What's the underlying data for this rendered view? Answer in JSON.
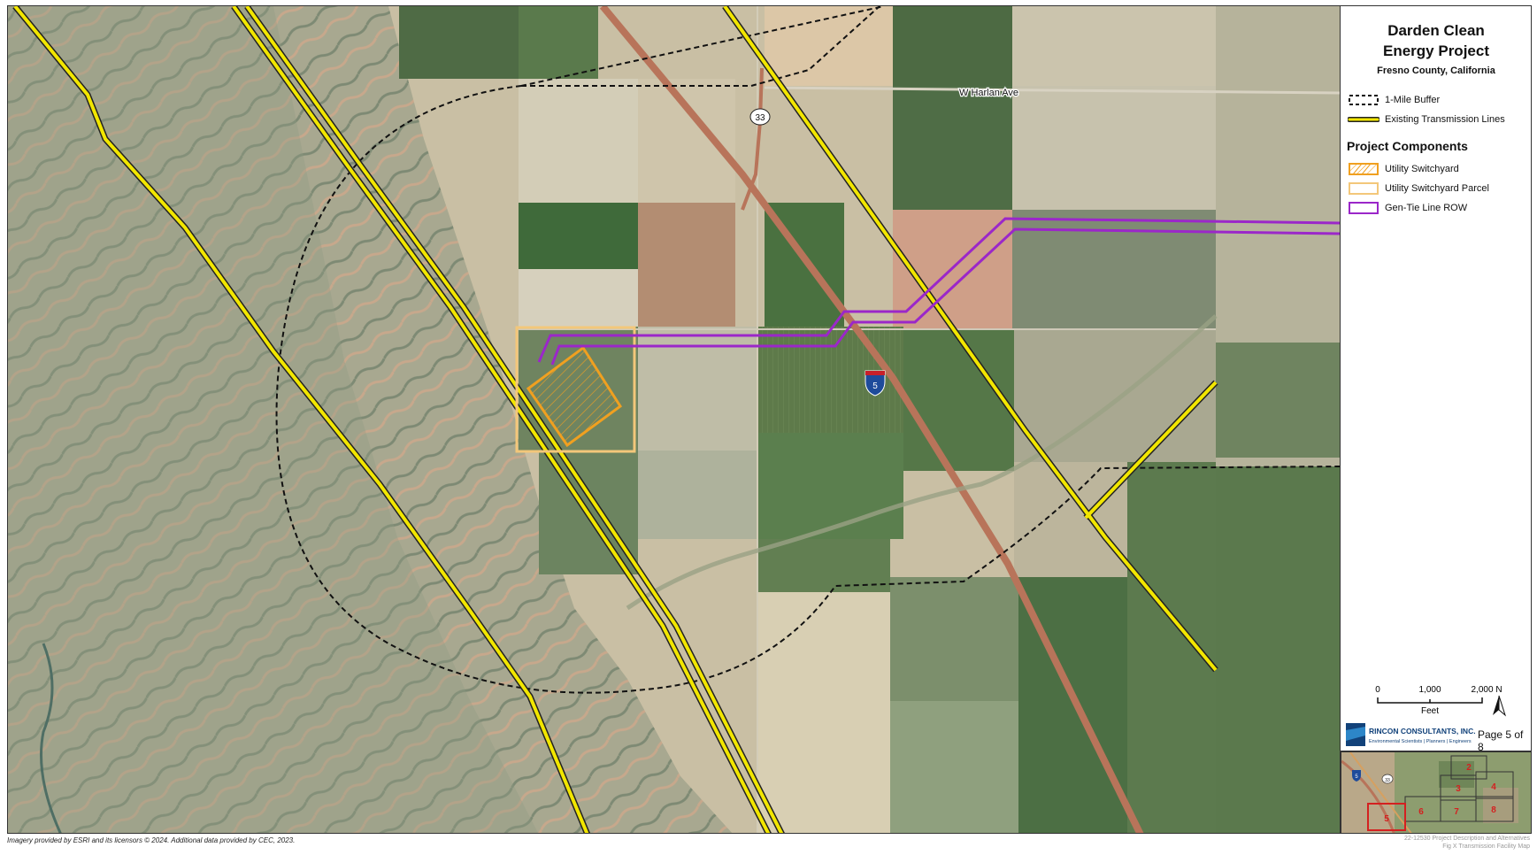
{
  "title": {
    "line1": "Darden Clean",
    "line2": "Energy Project",
    "subtitle": "Fresno County, California"
  },
  "legend": {
    "buffer": "1-Mile Buffer",
    "transmission": "Existing Transmission Lines",
    "section_header": "Project Components",
    "switchyard": "Utility Switchyard",
    "parcel": "Utility Switchyard Parcel",
    "gentie": "Gen-Tie Line ROW"
  },
  "map_labels": {
    "road_name": "W Harlan Ave",
    "route_33": "33",
    "interstate_5": "5"
  },
  "scale": {
    "tick0": "0",
    "tick1": "1,000",
    "tick2": "2,000",
    "unit": "Feet",
    "north": "N"
  },
  "logo": {
    "name": "RINCON CONSULTANTS, INC.",
    "tagline": "Environmental Scientists | Planners | Engineers"
  },
  "page_label": "Page 5 of 8",
  "inset": {
    "route": "33",
    "interstate": "5",
    "pages": [
      "2",
      "3",
      "4",
      "5",
      "6",
      "7",
      "8"
    ],
    "current_page": "5"
  },
  "credits": "Imagery provided by ESRI and its licensors © 2024. Additional data provided by CEC, 2023.",
  "doc_ref_line1": "22-12530 Project Description and Alternatives",
  "doc_ref_line2": "Fig X Transmission Facility Map",
  "colors": {
    "transmission": "#f2e600",
    "gentie": "#9b27c9",
    "switchyard": "#f0a020",
    "parcel": "#f3c77a",
    "highway": "#b8745a",
    "inset_highlight": "#d42020"
  }
}
